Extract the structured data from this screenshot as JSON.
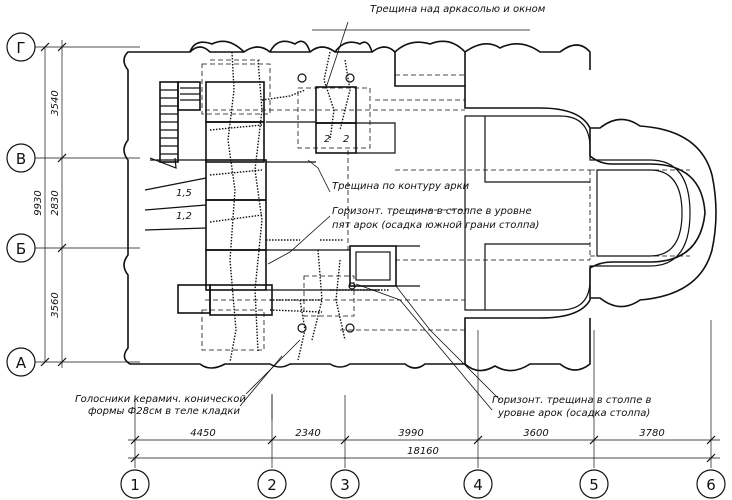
{
  "annotations": {
    "crack_top": "Трещина над аркасолью и окном",
    "crack_arch": "Трещина по контуру арки",
    "horiz_1_l1": "Горизонт. трещина в столпе в уровне",
    "horiz_1_l2": "пят арок (осадка южной грани столпа)",
    "golosniki_l1": "Голосники керамич. конической",
    "golosniki_l2": "формы Ф28см в теле кладки",
    "horiz_2_l1": "Горизонт. трещина в столпе в",
    "horiz_2_l2": "уровне арок (осадка столпа)"
  },
  "row_axes": [
    "Г",
    "В",
    "Б",
    "А"
  ],
  "col_axes": [
    "1",
    "2",
    "3",
    "4",
    "5",
    "6"
  ],
  "row_dims": {
    "d1": "3540",
    "d2": "2830",
    "d3": "3560",
    "total": "9930"
  },
  "col_dims": {
    "d1": "4450",
    "d2": "2340",
    "d3": "3990",
    "d4": "3600",
    "d5": "3780",
    "total": "18160"
  },
  "inner_marks": {
    "m1": "1,5",
    "m2": "1,2",
    "m3": "2",
    "m4": "2"
  }
}
